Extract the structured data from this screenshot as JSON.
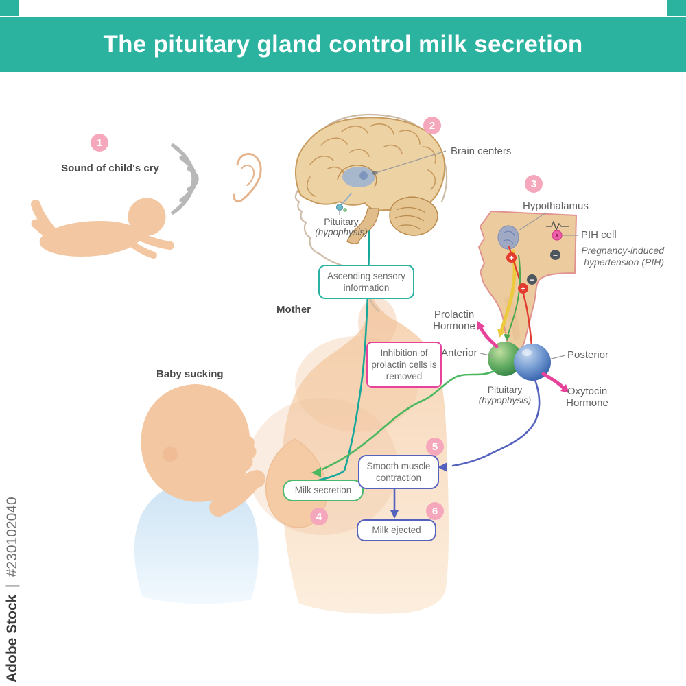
{
  "header": {
    "title": "The pituitary gland control milk secretion"
  },
  "watermark": {
    "brand": "Adobe Stock",
    "separator": "|",
    "id": "#230102040"
  },
  "badges": {
    "step1": "1",
    "step2": "2",
    "step3": "3",
    "step4": "4",
    "step5": "5",
    "step6": "6"
  },
  "signs": {
    "plus": "+",
    "minus": "−"
  },
  "labels": {
    "sound_of_cry": "Sound of child's cry",
    "brain_centers": "Brain centers",
    "pituitary": "Pituitary",
    "hypophysis": "(hypophysis)",
    "mother": "Mother",
    "hypothalamus": "Hypothalamus",
    "pih_cell": "PIH cell",
    "pih_line1": "Pregnancy-induced",
    "pih_line2": "hypertension (PIH)",
    "prolactin_line1": "Prolactin",
    "prolactin_line2": "Hormone",
    "anterior": "Anterior",
    "posterior": "Posterior",
    "oxytocin_line1": "Oxytocin",
    "oxytocin_line2": "Hormone",
    "baby_sucking": "Baby sucking"
  },
  "boxes": {
    "ascending_sensory": "Ascending sensory information",
    "inhibition": "Inhibition of prolactin cells is removed",
    "milk_secretion": "Milk secretion",
    "smooth_muscle": "Smooth muscle contraction",
    "milk_ejected": "Milk ejected"
  },
  "colors": {
    "header_teal": "#2BB3A0",
    "badge_pink": "#F5A8BC",
    "teal_accent": "#17A79A",
    "pink_accent": "#E8439A",
    "green_accent": "#4BB86B",
    "blue_accent": "#5462BE",
    "red_accent": "#E23B2E",
    "yellow_accent": "#ECC93E",
    "skin": "#F3C7A2",
    "brain_tan": "#EDD2A4",
    "cloth_blue": "#CFE4F4"
  }
}
